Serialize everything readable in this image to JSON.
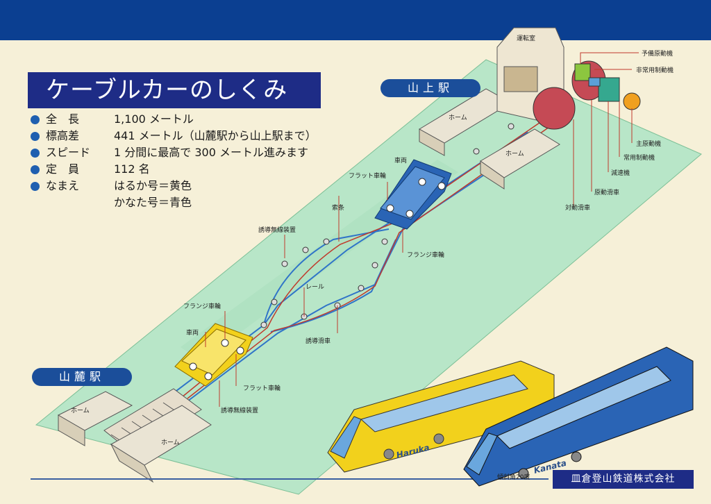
{
  "title": "ケーブルカーのしくみ",
  "specs": [
    {
      "key": "全　長",
      "value": "1,100 メートル"
    },
    {
      "key": "標高差",
      "value": "441 メートル（山麓駅から山上駅まで）"
    },
    {
      "key": "スピード",
      "value": "1 分間に最高で 300 メートル進みます"
    },
    {
      "key": "定　員",
      "value": "112 名"
    },
    {
      "key": "なまえ",
      "value": "はるか号＝黄色"
    },
    {
      "key": "",
      "value": "かなた号＝青色"
    }
  ],
  "stations": {
    "top": "山上駅",
    "bottom": "山麓駅"
  },
  "labels": {
    "control_room": "運転室",
    "platform": "ホーム",
    "spare_motor": "予備原動機",
    "emergency_brake": "非常用制動機",
    "main_motor": "主原動機",
    "service_brake": "常用制動機",
    "reducer": "減速機",
    "drive_sheave": "原動滑車",
    "counter_sheave": "対動滑車",
    "car": "車両",
    "flat_wheel": "フラット車輪",
    "flange_wheel": "フランジ車輪",
    "rope": "索条",
    "induction_radio": "誘導無線装置",
    "rail": "レール",
    "guide_pulley": "誘導滑車",
    "slope_angle": "傾斜角20度",
    "haruka": "Haruka",
    "kanata": "Kanata"
  },
  "colors": {
    "header": "#0b3f91",
    "title_bg": "#1e2c86",
    "track": "#b8e6c8",
    "yellow_car": "#f2d11c",
    "blue_car": "#2a64b5"
  },
  "company": "皿倉登山鉄道株式会社"
}
